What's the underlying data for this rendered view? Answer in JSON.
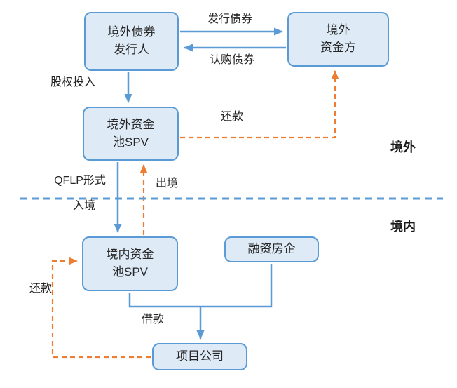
{
  "nodes": {
    "offshore_issuer": "境外债券\n发行人",
    "offshore_funder": "境外\n资金方",
    "offshore_spv": "境外资金\n池SPV",
    "onshore_spv": "境内资金\n池SPV",
    "financing_developer": "融资房企",
    "project_company": "项目公司"
  },
  "labels": {
    "issue_bonds": "发行债券",
    "subscribe_bonds": "认购债券",
    "equity_injection": "股权投入",
    "repayment_offshore": "还款",
    "qflp_mode": "QFLP形式",
    "inbound": "入境",
    "outbound": "出境",
    "loan": "借款",
    "repayment_onshore": "还款",
    "region_offshore": "境外",
    "region_onshore": "境内"
  },
  "colors": {
    "box_fill": "#DEEBF7",
    "box_border": "#5B9BD5",
    "solid_arrow": "#5B9BD5",
    "dashed_arrow": "#ED7D31",
    "divider_line": "#5B9BD5",
    "text": "#262626"
  }
}
